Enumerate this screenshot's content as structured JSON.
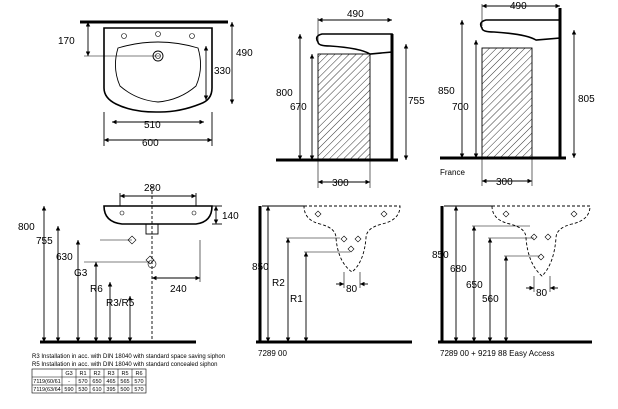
{
  "top_view": {
    "width": "600",
    "depth": "490",
    "inner_width": "510",
    "inner_depth": "330",
    "tap_offset": "170"
  },
  "side_view_1": {
    "depth": "490",
    "h_top": "800",
    "h_outlet": "670",
    "h_rear": "755",
    "waste": "300"
  },
  "side_view_2": {
    "depth": "490",
    "h_top": "850",
    "h_outlet": "700",
    "h_rear": "805",
    "waste": "300",
    "label": "France"
  },
  "front_view": {
    "width": "280",
    "depth": "140",
    "h1": "800",
    "h2": "755",
    "h3": "630",
    "g3": "G3",
    "r6": "R6",
    "r3r5": "R3/R5",
    "offset": "240"
  },
  "siphon_view_1": {
    "h": "850",
    "r2": "R2",
    "r1": "R1",
    "d": "80",
    "caption": "7289 00"
  },
  "siphon_view_2": {
    "h1": "850",
    "h2": "680",
    "h3": "650",
    "h4": "560",
    "d": "80",
    "caption": "7289 00 + 9219 88 Easy Access"
  },
  "notes": {
    "r3": "R3  Installation in acc. with DIN 18040 with standard space saving siphon",
    "r5": "R5  Installation in acc. with DIN 18040 with standard concealed siphon"
  },
  "table": {
    "headers": [
      "",
      "G3",
      "R1",
      "R2",
      "R3",
      "R5",
      "R6"
    ],
    "rows": [
      [
        "7119(60/61",
        "-",
        "570",
        "650",
        "465",
        "565",
        "570"
      ],
      [
        "7119(63/64",
        "590",
        "530",
        "610",
        "395",
        "500",
        "570"
      ]
    ]
  }
}
